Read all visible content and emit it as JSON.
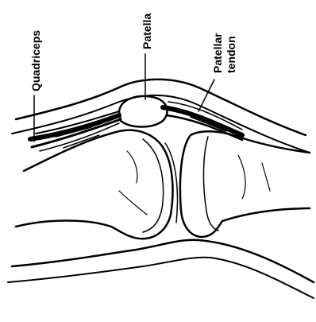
{
  "labels": {
    "quadriceps": "Quadriceps",
    "patella": "Patella",
    "patellar_tendon_line1": "Patellar",
    "patellar_tendon_line2": "tendon"
  },
  "colors": {
    "ink": "#000000",
    "background": "#ffffff"
  }
}
